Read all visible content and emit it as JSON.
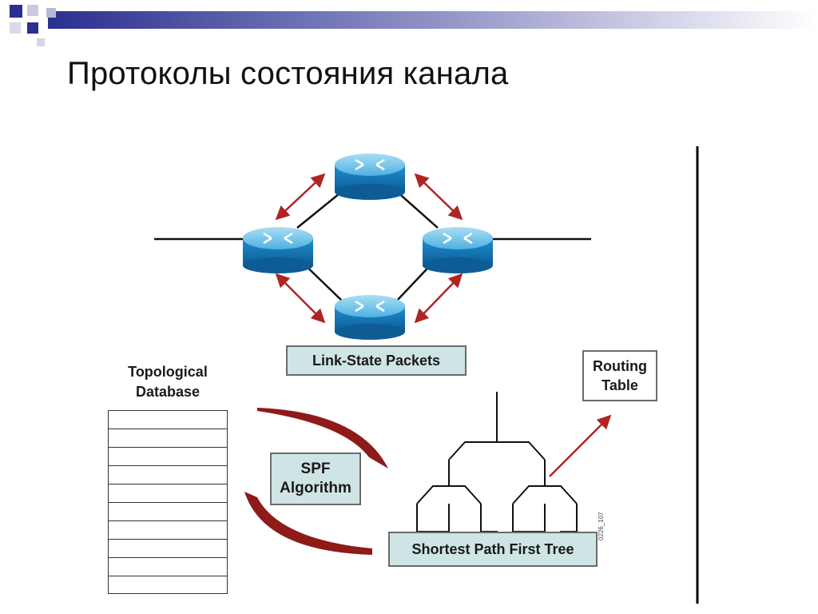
{
  "slide": {
    "title": "Протоколы состояния канала"
  },
  "diagram": {
    "packets_label": "Link-State Packets",
    "database_label_line1": "Topological",
    "database_label_line2": "Database",
    "database_rows": 10,
    "algorithm_label_line1": "SPF",
    "algorithm_label_line2": "Algorithm",
    "tree_label": "Shortest Path First Tree",
    "routing_table_line1": "Routing",
    "routing_table_line2": "Table",
    "figure_code": "0226_107",
    "routers": [
      "router-top",
      "router-left",
      "router-right",
      "router-bottom"
    ]
  },
  "colors": {
    "router_blue": "#1e88c8",
    "router_top": "#8fd0ef",
    "arrow_red": "#b02424",
    "curve_red": "#8e1a1a",
    "box_fill": "#cfe4e4",
    "header_navy": "#2b2f8f"
  }
}
